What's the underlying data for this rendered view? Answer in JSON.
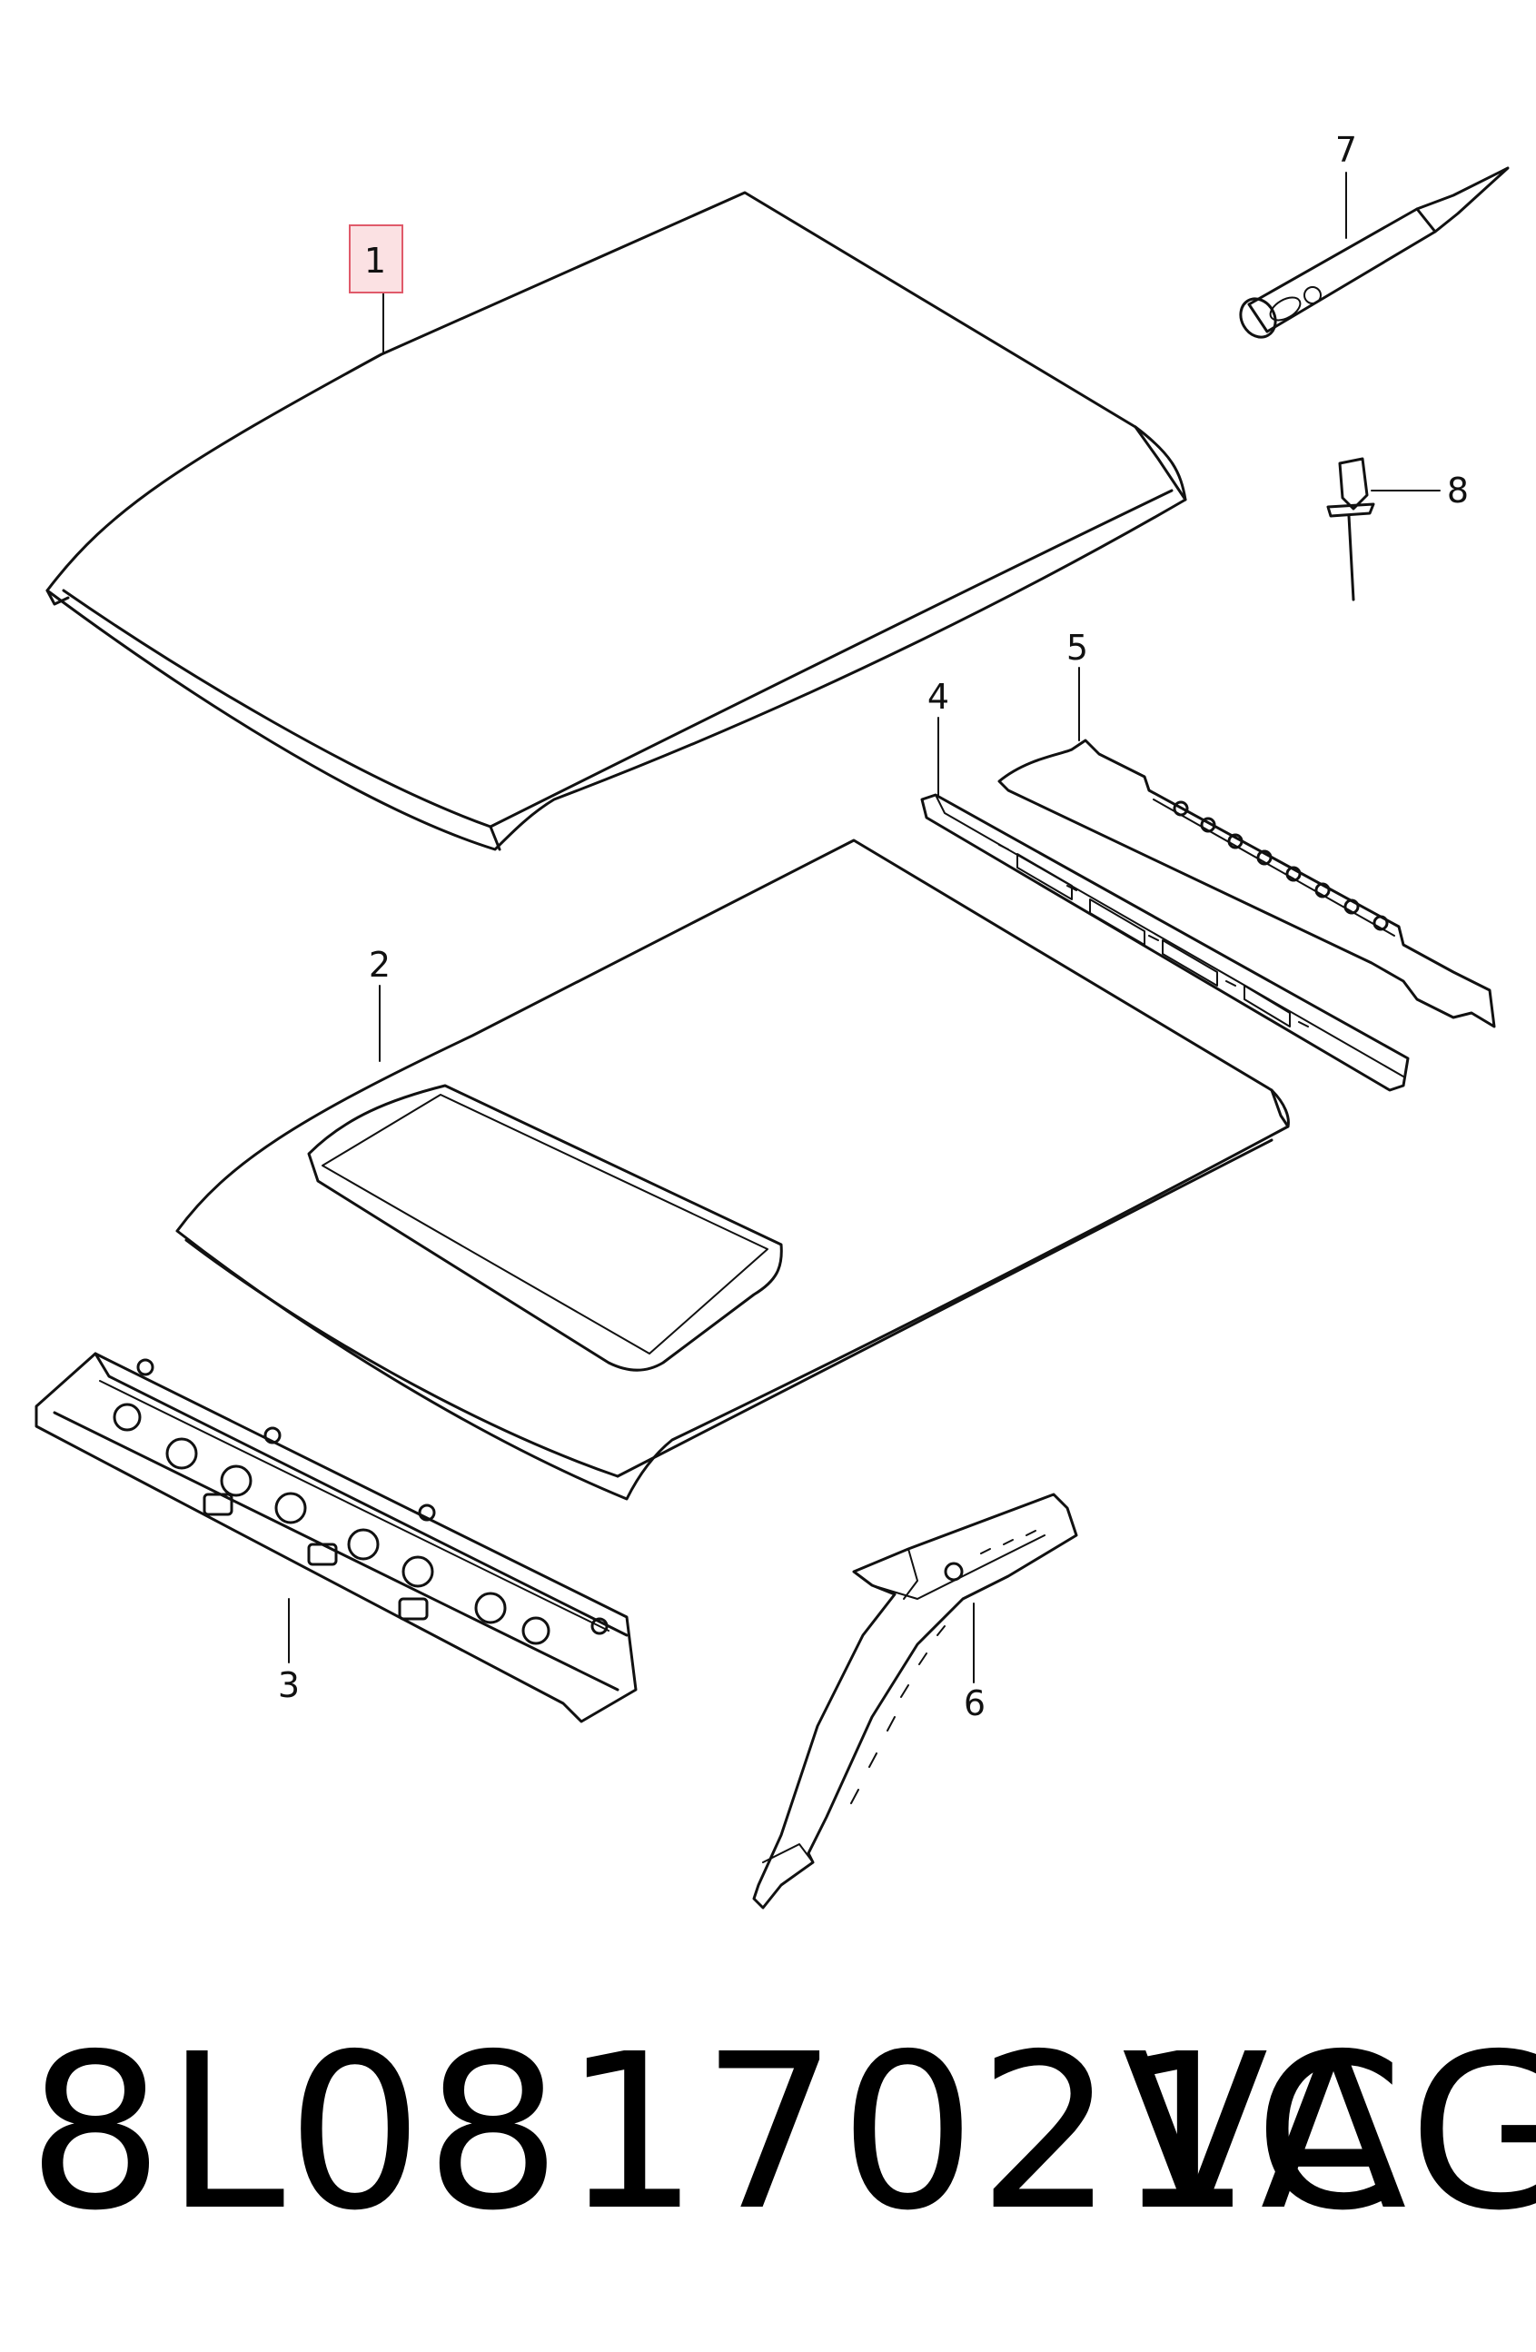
{
  "diagram": {
    "callouts": [
      {
        "id": "1",
        "label": "1",
        "highlighted": true
      },
      {
        "id": "2",
        "label": "2"
      },
      {
        "id": "3",
        "label": "3"
      },
      {
        "id": "4",
        "label": "4"
      },
      {
        "id": "5",
        "label": "5"
      },
      {
        "id": "6",
        "label": "6"
      },
      {
        "id": "7",
        "label": "7"
      },
      {
        "id": "8",
        "label": "8"
      }
    ],
    "highlight_color": "#e05a6a"
  },
  "caption": {
    "part_number": "8L0817021C",
    "brand": "VAG"
  }
}
